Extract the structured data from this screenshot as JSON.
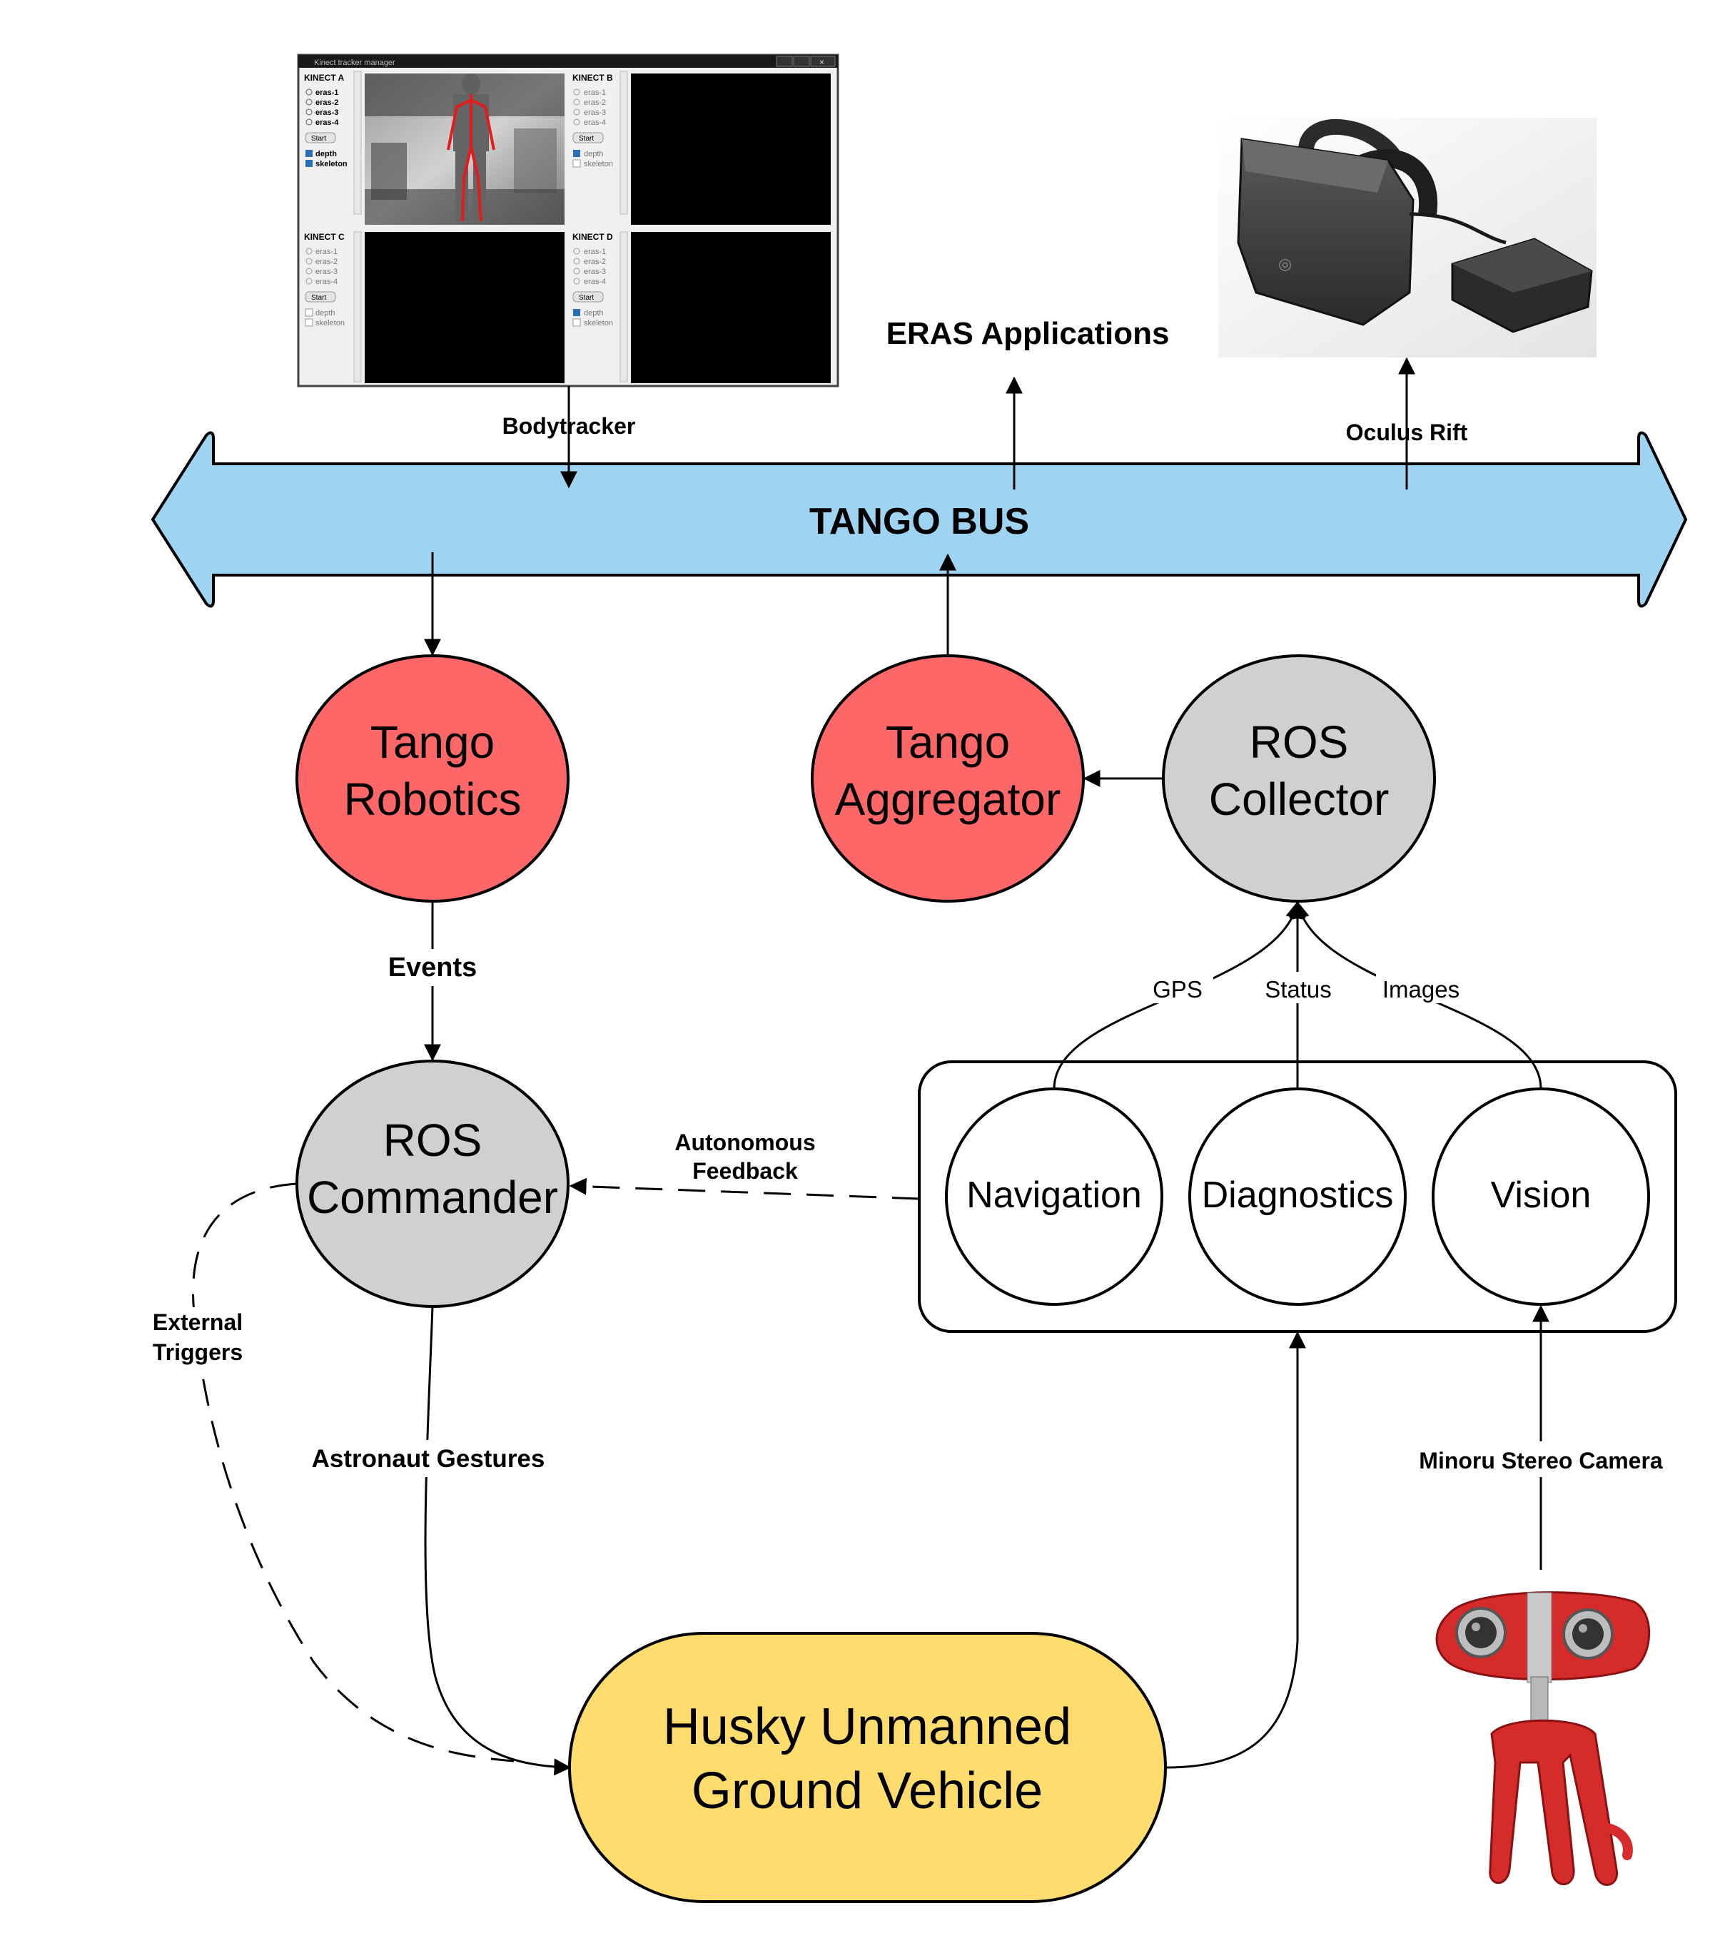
{
  "bus": {
    "label": "TANGO BUS"
  },
  "nodes": {
    "tango_robotics": [
      "Tango",
      "Robotics"
    ],
    "tango_aggregator": [
      "Tango",
      "Aggregator"
    ],
    "ros_collector": [
      "ROS",
      "Collector"
    ],
    "ros_commander": [
      "ROS",
      "Commander"
    ],
    "navigation": "Navigation",
    "diagnostics": "Diagnostics",
    "vision": "Vision",
    "husky": [
      "Husky Unmanned",
      "Ground Vehicle"
    ]
  },
  "edge_labels": {
    "bodytracker": "Bodytracker",
    "eras_applications": "ERAS Applications",
    "oculus_rift": "Oculus Rift",
    "events": "Events",
    "gps": "GPS",
    "status": "Status",
    "images": "Images",
    "autonomous_feedback": [
      "Autonomous",
      "Feedback"
    ],
    "external_triggers": [
      "External",
      "Triggers"
    ],
    "astronaut_gestures": "Astronaut Gestures",
    "minoru": "Minoru Stereo Camera"
  },
  "kinect_window": {
    "title": "Kinect tracker manager",
    "panels": [
      {
        "title": "KINECT A",
        "users": [
          "eras-1",
          "eras-2",
          "eras-3",
          "eras-4"
        ],
        "start": "Start",
        "opts": [
          "depth",
          "skeleton"
        ]
      },
      {
        "title": "KINECT B",
        "users": [
          "eras-1",
          "eras-2",
          "eras-3",
          "eras-4"
        ],
        "start": "Start",
        "opts": [
          "depth",
          "skeleton"
        ]
      },
      {
        "title": "KINECT C",
        "users": [
          "eras-1",
          "eras-2",
          "eras-3",
          "eras-4"
        ],
        "start": "Start",
        "opts": [
          "depth",
          "skeleton"
        ]
      },
      {
        "title": "KINECT D",
        "users": [
          "eras-1",
          "eras-2",
          "eras-3",
          "eras-4"
        ],
        "start": "Start",
        "opts": [
          "depth",
          "skeleton"
        ]
      }
    ]
  },
  "colors": {
    "bus_fill": "#9fd3f2",
    "tango_red": "#fe6767",
    "ros_gray": "#d0d0d0",
    "husky_yellow": "#fedc6e",
    "camera_red": "#d62b2b"
  }
}
